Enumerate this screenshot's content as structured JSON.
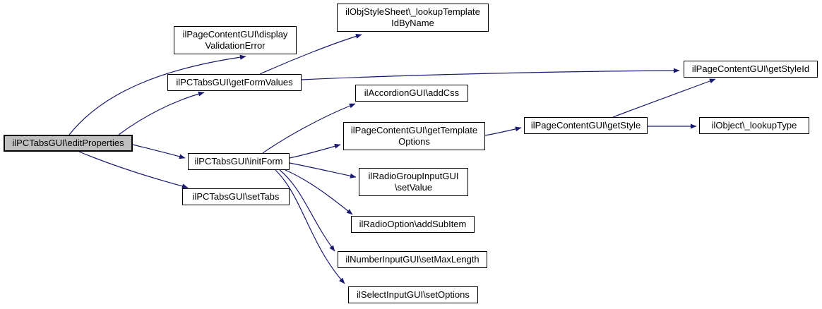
{
  "diagram": {
    "type": "call-graph",
    "colors": {
      "background": "#ffffff",
      "edge": "#191970",
      "node_border": "#000000",
      "node_fill": "#ffffff",
      "highlight_fill": "#bfbfbf"
    },
    "nodes": [
      {
        "id": "editProperties",
        "label": "ilPCTabsGUI\\editProperties",
        "lines": [
          "ilPCTabsGUI\\editProperties"
        ],
        "highlighted": true
      },
      {
        "id": "displayValidationError",
        "label": "ilPageContentGUI\\displayValidationError",
        "lines": [
          "ilPageContentGUI\\display",
          "ValidationError"
        ],
        "highlighted": false
      },
      {
        "id": "getFormValues",
        "label": "ilPCTabsGUI\\getFormValues",
        "lines": [
          "ilPCTabsGUI\\getFormValues"
        ],
        "highlighted": false
      },
      {
        "id": "lookupTemplateIdByName",
        "label": "ilObjStyleSheet\\_lookupTemplateIdByName",
        "lines": [
          "ilObjStyleSheet\\_lookupTemplate",
          "IdByName"
        ],
        "highlighted": false
      },
      {
        "id": "initForm",
        "label": "ilPCTabsGUI\\initForm",
        "lines": [
          "ilPCTabsGUI\\initForm"
        ],
        "highlighted": false
      },
      {
        "id": "setTabs",
        "label": "ilPCTabsGUI\\setTabs",
        "lines": [
          "ilPCTabsGUI\\setTabs"
        ],
        "highlighted": false
      },
      {
        "id": "addCss",
        "label": "ilAccordionGUI\\addCss",
        "lines": [
          "ilAccordionGUI\\addCss"
        ],
        "highlighted": false
      },
      {
        "id": "getTemplateOptions",
        "label": "ilPageContentGUI\\getTemplateOptions",
        "lines": [
          "ilPageContentGUI\\getTemplate",
          "Options"
        ],
        "highlighted": false
      },
      {
        "id": "setValue",
        "label": "ilRadioGroupInputGUI\\setValue",
        "lines": [
          "ilRadioGroupInputGUI",
          "\\setValue"
        ],
        "highlighted": false
      },
      {
        "id": "addSubItem",
        "label": "ilRadioOption\\addSubItem",
        "lines": [
          "ilRadioOption\\addSubItem"
        ],
        "highlighted": false
      },
      {
        "id": "setMaxLength",
        "label": "ilNumberInputGUI\\setMaxLength",
        "lines": [
          "ilNumberInputGUI\\setMaxLength"
        ],
        "highlighted": false
      },
      {
        "id": "setOptions",
        "label": "ilSelectInputGUI\\setOptions",
        "lines": [
          "ilSelectInputGUI\\setOptions"
        ],
        "highlighted": false
      },
      {
        "id": "getStyle",
        "label": "ilPageContentGUI\\getStyle",
        "lines": [
          "ilPageContentGUI\\getStyle"
        ],
        "highlighted": false
      },
      {
        "id": "getStyleId",
        "label": "ilPageContentGUI\\getStyleId",
        "lines": [
          "ilPageContentGUI\\getStyleId"
        ],
        "highlighted": false
      },
      {
        "id": "lookupType",
        "label": "ilObject\\_lookupType",
        "lines": [
          "ilObject\\_lookupType"
        ],
        "highlighted": false
      }
    ],
    "edges": [
      {
        "from": "editProperties",
        "to": "displayValidationError"
      },
      {
        "from": "editProperties",
        "to": "getFormValues"
      },
      {
        "from": "editProperties",
        "to": "initForm"
      },
      {
        "from": "editProperties",
        "to": "setTabs"
      },
      {
        "from": "getFormValues",
        "to": "lookupTemplateIdByName"
      },
      {
        "from": "getFormValues",
        "to": "getStyleId"
      },
      {
        "from": "initForm",
        "to": "addCss"
      },
      {
        "from": "initForm",
        "to": "getTemplateOptions"
      },
      {
        "from": "initForm",
        "to": "setValue"
      },
      {
        "from": "initForm",
        "to": "addSubItem"
      },
      {
        "from": "initForm",
        "to": "setMaxLength"
      },
      {
        "from": "initForm",
        "to": "setOptions"
      },
      {
        "from": "getTemplateOptions",
        "to": "getStyle"
      },
      {
        "from": "getStyle",
        "to": "getStyleId"
      },
      {
        "from": "getStyle",
        "to": "lookupType"
      }
    ]
  }
}
